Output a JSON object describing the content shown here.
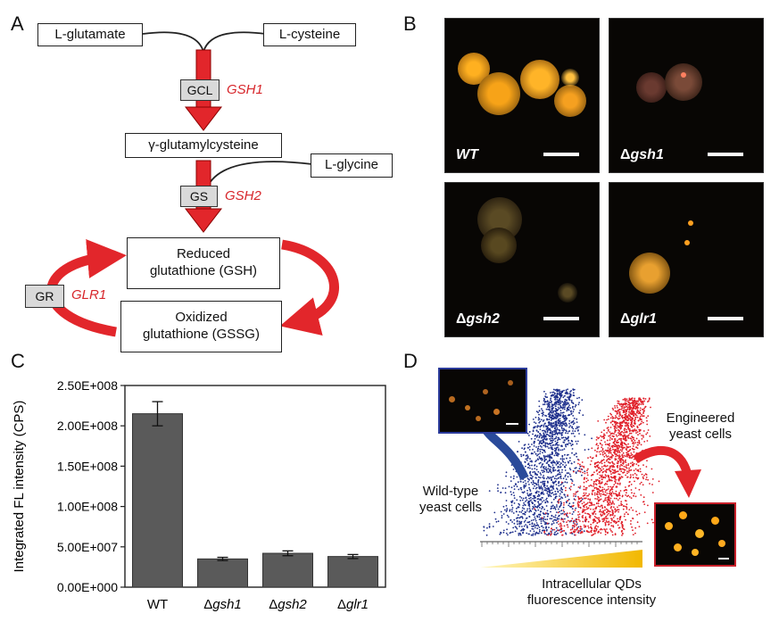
{
  "panels": {
    "a": "A",
    "b": "B",
    "c": "C",
    "d": "D"
  },
  "pathway": {
    "l_glutamate": "L-glutamate",
    "l_cysteine": "L-cysteine",
    "gcl": "GCL",
    "gsh1": "GSH1",
    "gamma": "γ-glutamylcysteine",
    "l_glycine": "L-glycine",
    "gs": "GS",
    "gsh2": "GSH2",
    "reduced_1": "Reduced",
    "reduced_2": "glutathione (GSH)",
    "oxidized_1": "Oxidized",
    "oxidized_2": "glutathione (GSSG)",
    "gr": "GR",
    "glr1": "GLR1",
    "arrow_color": "#e2262b"
  },
  "micrographs": [
    {
      "prefix": "",
      "name": "WT"
    },
    {
      "prefix": "Δ",
      "name": "gsh1"
    },
    {
      "prefix": "Δ",
      "name": "gsh2"
    },
    {
      "prefix": "Δ",
      "name": "glr1"
    }
  ],
  "chart_data": {
    "type": "bar",
    "ylabel": "Integrated FL intensity (CPS)",
    "ylim": [
      0,
      250000000
    ],
    "yticks": [
      "0.00E+000",
      "5.00E+007",
      "1.00E+008",
      "1.50E+008",
      "2.00E+008",
      "2.50E+008"
    ],
    "categories": [
      {
        "prefix": "",
        "name": "WT"
      },
      {
        "prefix": "Δ",
        "name": "gsh1"
      },
      {
        "prefix": "Δ",
        "name": "gsh2"
      },
      {
        "prefix": "Δ",
        "name": "glr1"
      }
    ],
    "values": [
      215000000,
      35000000,
      42000000,
      38000000
    ],
    "errors": [
      15000000,
      2000000,
      3000000,
      2500000
    ],
    "bar_color": "#5a5a5a"
  },
  "facs": {
    "engineered_1": "Engineered",
    "engineered_2": "yeast cells",
    "wildtype_1": "Wild-type",
    "wildtype_2": "yeast cells",
    "axis_1": "Intracellular QDs",
    "axis_2": "fluorescence intensity",
    "wt_color": "#1e2f8c",
    "eng_color": "#e0202a"
  }
}
